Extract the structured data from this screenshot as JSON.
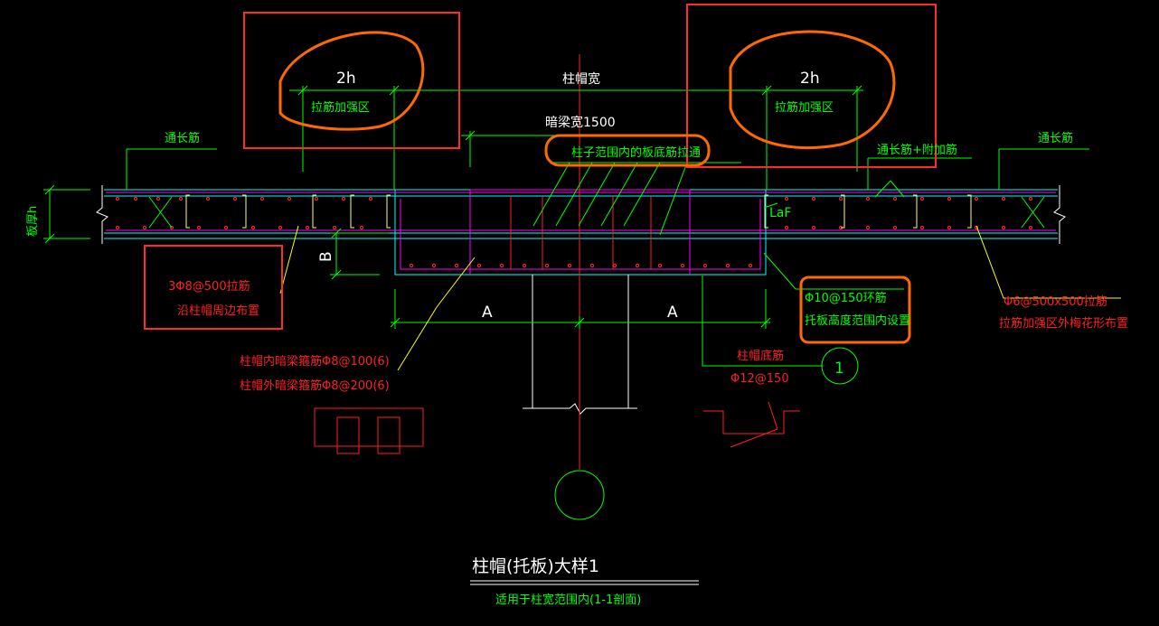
{
  "drawing": {
    "title": "柱帽(托板)大样1",
    "subtitle": "适用于柱宽范围内(1-1剖面)"
  },
  "dimensions": {
    "two_h_left": "2h",
    "two_h_right": "2h",
    "cap_width": "柱帽宽",
    "hidden_beam_width": "暗梁宽1500",
    "a_left": "A",
    "a_right": "A",
    "b": "B",
    "slab_thickness": "板厚h",
    "laf": "LaF"
  },
  "labels": {
    "tie_zone_left": "拉筋加强区",
    "tie_zone_right": "拉筋加强区",
    "through_bar_left": "通长筋",
    "through_bar_right": "通长筋",
    "through_plus_extra": "通长筋+附加筋",
    "column_bottom_ties": "柱子范围内的板底筋拉通",
    "tie_3phi8_line1": "3Φ8@500拉筋",
    "tie_3phi8_line2": "沿柱帽周边布置",
    "hoop_phi10_line1": "Φ10@150环筋",
    "hoop_phi10_line2": "托板高度范围内设置",
    "tie_phi6_line1": "Φ6@500x500拉筋",
    "tie_phi6_line2": "拉筋加强区外梅花形布置",
    "stirrup_inside": "柱帽内暗梁箍筋Φ8@100(6)",
    "stirrup_outside": "柱帽外暗梁箍筋Φ8@200(6)",
    "cap_bottom_bar_line1": "柱帽底筋",
    "cap_bottom_bar_line2": "Φ12@150",
    "callout_1": "1"
  },
  "colors": {
    "background": "#000000",
    "green": "#00ff00",
    "red": "#ff0000",
    "cyan": "#00ffff",
    "magenta": "#ff00ff",
    "white": "#ffffff",
    "yellow": "#ffff00",
    "orange_markup": "#ff6a00",
    "box_markup": "#ff2a2a"
  }
}
